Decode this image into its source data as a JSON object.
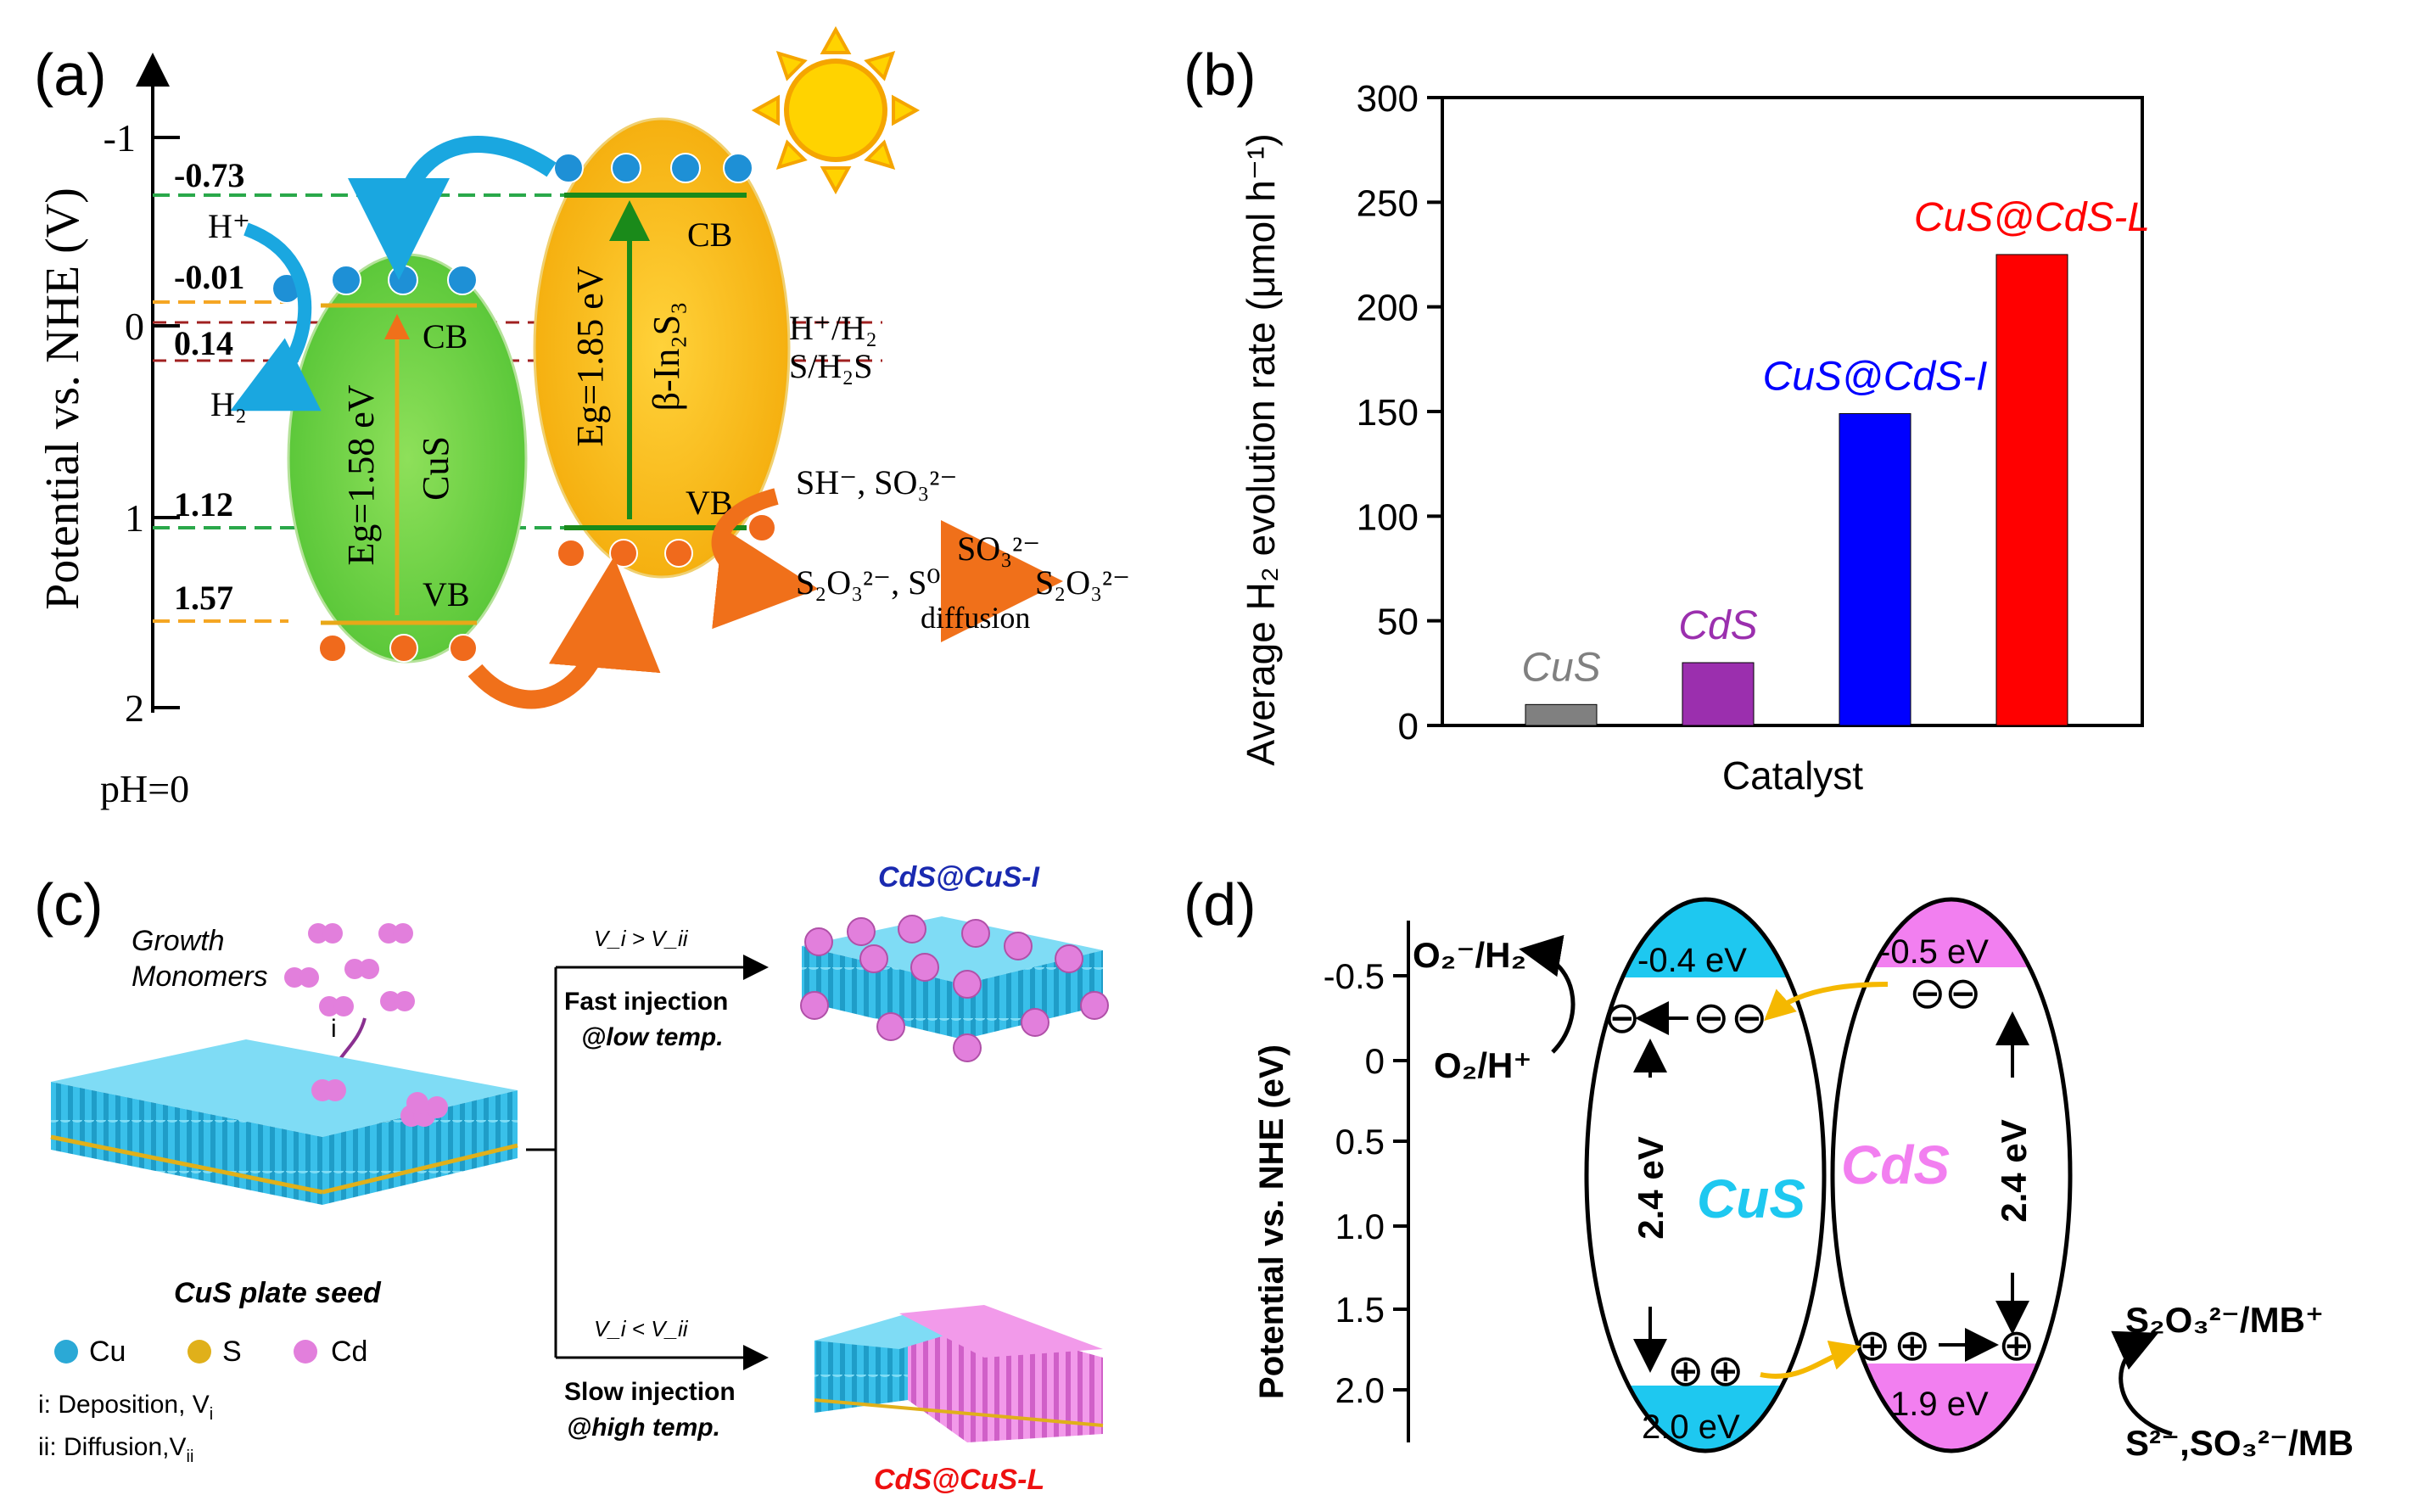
{
  "panel_a": {
    "label": "(a)",
    "y_axis_title": "Potential vs. NHE (V)",
    "ticks": [
      "-1",
      "0",
      "1",
      "2"
    ],
    "ph_label": "pH=0",
    "levels": [
      "-0.73",
      "-0.01",
      "0.14",
      "1.12",
      "1.57"
    ],
    "cus": {
      "name": "CuS",
      "eg": "Eg=1.58 eV",
      "cb": "CB",
      "vb": "VB"
    },
    "in2s3": {
      "name": "β-In₂S₃",
      "eg": "Eg=1.85 eV",
      "cb": "CB",
      "vb": "VB"
    },
    "electron": "e⁻",
    "hole": "h⁺",
    "h_plus": "H⁺",
    "h2": "H₂",
    "redox_h": "H⁺/H₂",
    "redox_s": "S/H₂S",
    "sacrificial": "SH⁻, SO₃²⁻",
    "products": "S₂O₃²⁻, S⁰",
    "so3": "SO₃²⁻",
    "final": "S₂O₃²⁻",
    "diffusion": "diffusion",
    "colors": {
      "cus": "#6cd44a",
      "in2s3": "#f7c01a",
      "electron": "#1e90d6",
      "hole": "#f06a1c",
      "arrow_blue": "#1aa7e0",
      "arrow_orange": "#f0701a"
    }
  },
  "panel_b": {
    "label": "(b)",
    "chart_data": {
      "type": "bar",
      "categories": [
        "CuS",
        "CdS",
        "CuS@CdS-I",
        "CuS@CdS-L"
      ],
      "values": [
        10,
        30,
        149,
        225
      ],
      "colors": [
        "#808080",
        "#9b2fae",
        "#0000ff",
        "#ff0000"
      ],
      "xlabel": "Catalyst",
      "ylabel": "Average H₂ evolution rate (μmol h⁻¹)",
      "ylim": [
        0,
        300
      ],
      "yticks": [
        "0",
        "50",
        "100",
        "150",
        "200",
        "250",
        "300"
      ],
      "grid": false
    }
  },
  "panel_c": {
    "label": "(c)",
    "growth": "Growth",
    "monomers": "Monomers",
    "step_i": "i",
    "step_ii": "ii",
    "seed": "CuS plate seed",
    "fast_cond": "V_i > V_ii",
    "fast_1": "Fast injection",
    "fast_2": "@low temp.",
    "slow_cond": "V_i < V_ii",
    "slow_1": "Slow injection",
    "slow_2": "@high temp.",
    "product_i": "CdS@CuS-I",
    "product_l": "CdS@CuS-L",
    "legend": {
      "cu": "Cu",
      "s": "S",
      "cd": "Cd"
    },
    "note_i": "i: Deposition, V",
    "note_ii": "ii: Diffusion,V",
    "note_i_sub": "i",
    "note_ii_sub": "ii",
    "colors": {
      "cu": "#2ba9d6",
      "s": "#e0b01a",
      "cd": "#e27fdc"
    }
  },
  "panel_d": {
    "label": "(d)",
    "y_axis_title": "Potential vs. NHE (eV)",
    "ticks": [
      "-0.5",
      "0",
      "0.5",
      "1.0",
      "1.5",
      "2.0"
    ],
    "cus": {
      "name": "CuS",
      "cb": "-0.4 eV",
      "vb": "2.0 eV",
      "gap": "2.4 eV",
      "color": "#1ec8f0"
    },
    "cds": {
      "name": "CdS",
      "cb": "-0.5 eV",
      "vb": "1.9 eV",
      "gap": "2.4 eV",
      "color": "#f27ff0"
    },
    "o2_h2": "O₂⁻/H₂",
    "o2_h": "O₂/H⁺",
    "s2o3": "S₂O₃²⁻/MB⁺",
    "s2": "S²⁻,SO₃²⁻/MB",
    "electron_glyph": "⊖",
    "hole_glyph": "⊕"
  }
}
